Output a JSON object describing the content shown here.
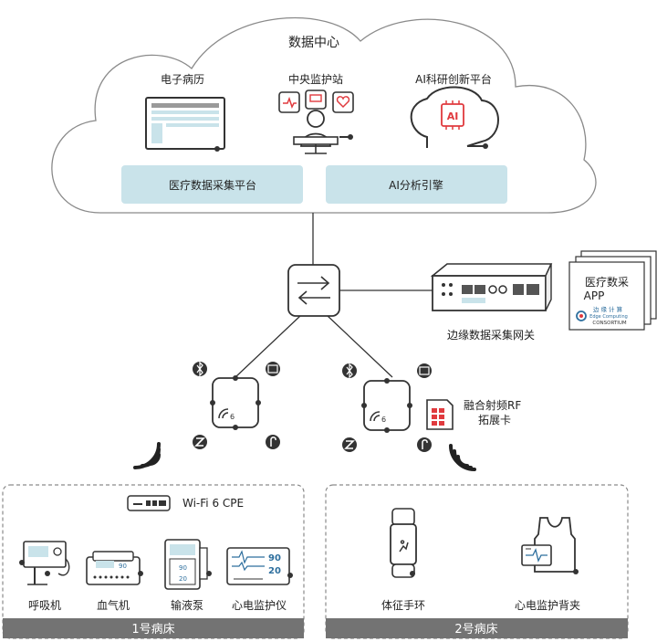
{
  "cloud": {
    "title": "数据中心",
    "emr_label": "电子病历",
    "central_station_label": "中央监护站",
    "ai_platform_label": "AI科研创新平台",
    "ai_chip_text": "AI",
    "data_platform_label": "医疗数据采集平台",
    "ai_engine_label": "AI分析引擎"
  },
  "gateway": {
    "label": "边缘数据采集网关"
  },
  "app_cards": {
    "title_line1": "医疗数采",
    "title_line2": "APP",
    "logo_cn": "边 缘 计 算",
    "logo_en1": "Edge Computing",
    "logo_en2": "CONSORTIUM"
  },
  "rf_card": {
    "label_line1": "融合射频RF",
    "label_line2": "拓展卡"
  },
  "ward1": {
    "title": "1号病床",
    "cpe_label": "Wi-Fi 6 CPE",
    "devices": [
      {
        "label": "呼吸机"
      },
      {
        "label": "血气机"
      },
      {
        "label": "输液泵"
      },
      {
        "label": "心电监护仪"
      }
    ],
    "blood_gas_value": "90",
    "pump_value1": "90",
    "pump_value2": "20",
    "ecg_value1": "90",
    "ecg_value2": "20"
  },
  "ward2": {
    "title": "2号病床",
    "devices": [
      {
        "label": "体征手环"
      },
      {
        "label": "心电监护背夹"
      }
    ]
  },
  "colors": {
    "teal_panel": "#c9e3ea",
    "red_accent": "#e03a3e",
    "ward_bar": "#737373",
    "device_blue": "#2e6f9e"
  }
}
